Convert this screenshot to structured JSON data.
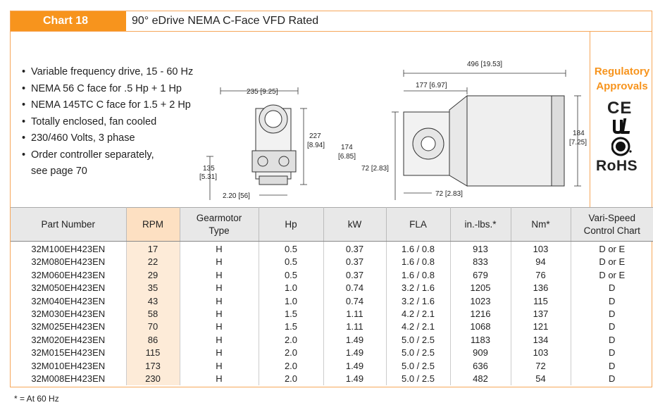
{
  "header": {
    "chart_label": "Chart 18",
    "title": "90° eDrive NEMA C-Face VFD Rated"
  },
  "features": [
    "Variable frequency drive, 15 - 60 Hz",
    "NEMA 56 C face for .5 Hp + 1 Hp",
    "NEMA 145TC C face for 1.5 + 2 Hp",
    "Totally enclosed, fan cooled",
    "230/460 Volts, 3 phase",
    "Order controller separately,"
  ],
  "features_cont": "see page 70",
  "dimensions": {
    "d_235": "235 [9.25]",
    "d_227": "227",
    "d_227b": "[8.94]",
    "d_135": "135",
    "d_135b": "[5.31]",
    "d_220": "2.20 [56]",
    "d_496": "496 [19.53]",
    "d_177": "177 [6.97]",
    "d_184": "184",
    "d_184b": "[7.25]",
    "d_174": "174",
    "d_174b": "[6.85]",
    "d_72a": "72 [2.83]",
    "d_72b": "72 [2.83]"
  },
  "regulatory": {
    "title_line1": "Regulatory",
    "title_line2": "Approvals",
    "ce": "CE",
    "rohs": "RoHS",
    "icons": [
      "ce-mark-icon",
      "ul-recognized-icon",
      "csa-mark-icon"
    ]
  },
  "table": {
    "headers": [
      "Part Number",
      "RPM",
      "Gearmotor Type",
      "Hp",
      "kW",
      "FLA",
      "in.-lbs.*",
      "Nm*",
      "Vari-Speed Control Chart"
    ],
    "header_lines": {
      "gearmotor_1": "Gearmotor",
      "gearmotor_2": "Type",
      "vari_1": "Vari-Speed",
      "vari_2": "Control Chart"
    },
    "rows": [
      [
        "32M100EH423EN",
        "17",
        "H",
        "0.5",
        "0.37",
        "1.6 / 0.8",
        "913",
        "103",
        "D or E"
      ],
      [
        "32M080EH423EN",
        "22",
        "H",
        "0.5",
        "0.37",
        "1.6 / 0.8",
        "833",
        "94",
        "D or E"
      ],
      [
        "32M060EH423EN",
        "29",
        "H",
        "0.5",
        "0.37",
        "1.6 / 0.8",
        "679",
        "76",
        "D or E"
      ],
      [
        "32M050EH423EN",
        "35",
        "H",
        "1.0",
        "0.74",
        "3.2 / 1.6",
        "1205",
        "136",
        "D"
      ],
      [
        "32M040EH423EN",
        "43",
        "H",
        "1.0",
        "0.74",
        "3.2 / 1.6",
        "1023",
        "115",
        "D"
      ],
      [
        "32M030EH423EN",
        "58",
        "H",
        "1.5",
        "1.11",
        "4.2 / 2.1",
        "1216",
        "137",
        "D"
      ],
      [
        "32M025EH423EN",
        "70",
        "H",
        "1.5",
        "1.11",
        "4.2 / 2.1",
        "1068",
        "121",
        "D"
      ],
      [
        "32M020EH423EN",
        "86",
        "H",
        "2.0",
        "1.49",
        "5.0 / 2.5",
        "1183",
        "134",
        "D"
      ],
      [
        "32M015EH423EN",
        "115",
        "H",
        "2.0",
        "1.49",
        "5.0 / 2.5",
        "909",
        "103",
        "D"
      ],
      [
        "32M010EH423EN",
        "173",
        "H",
        "2.0",
        "1.49",
        "5.0 / 2.5",
        "636",
        "72",
        "D"
      ],
      [
        "32M008EH423EN",
        "230",
        "H",
        "2.0",
        "1.49",
        "5.0 / 2.5",
        "482",
        "54",
        "D"
      ]
    ]
  },
  "footnote": "* = At 60 Hz",
  "colors": {
    "accent": "#f7941d",
    "border": "#f6a75a",
    "rpm_column": "#fdebd8",
    "header_bg": "#e8e8e8"
  }
}
